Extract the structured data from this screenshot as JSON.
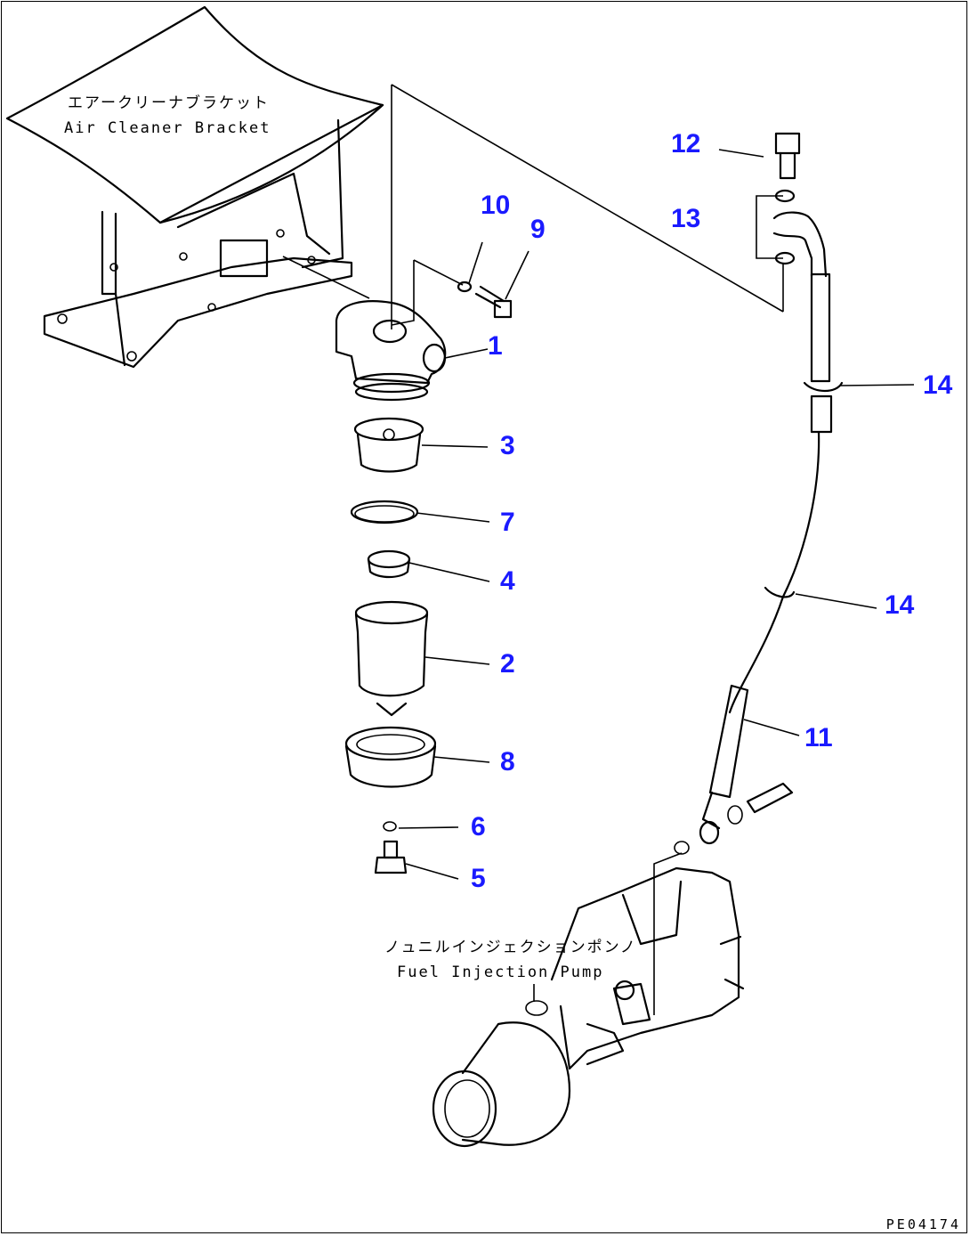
{
  "labels": {
    "air_cleaner_jp": "エアークリーナブラケット",
    "air_cleaner_en": "Air Cleaner Bracket",
    "pump_jp": "ノュニルインジェクションポンノ",
    "pump_en": "Fuel Injection Pump"
  },
  "callouts": [
    "1",
    "3",
    "7",
    "4",
    "2",
    "8",
    "6",
    "5",
    "10",
    "9",
    "12",
    "13",
    "14",
    "14",
    "11"
  ],
  "doc_id": "PE04174",
  "colors": {
    "callout": "#1a1aff",
    "line": "#000000"
  }
}
